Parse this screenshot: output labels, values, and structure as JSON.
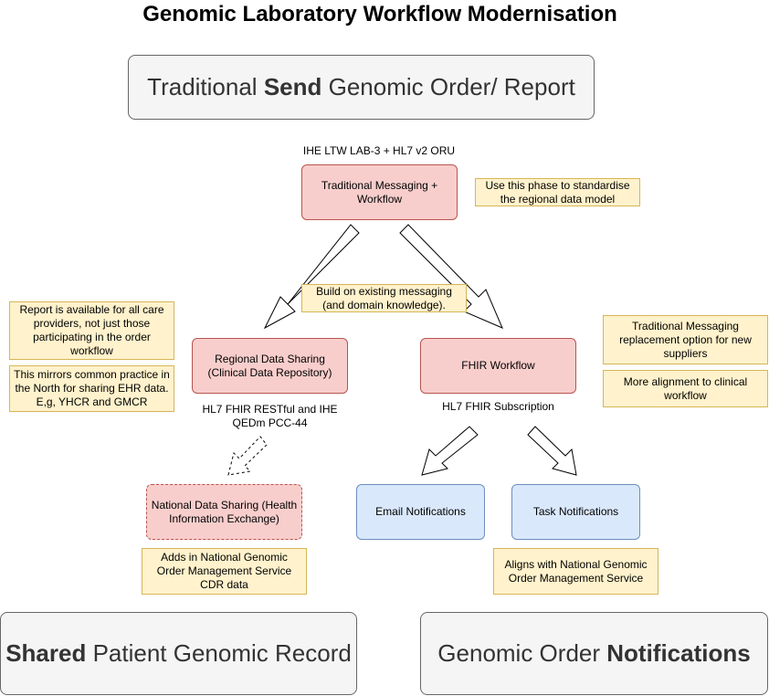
{
  "title": "Genomic Laboratory Workflow Modernisation",
  "banners": {
    "send": {
      "pre": "Traditional ",
      "bold": "Send",
      "post": " Genomic Order/ Report"
    },
    "shared": {
      "bold": "Shared",
      "post": " Patient Genomic Record"
    },
    "notifications": {
      "pre": "Genomic Order ",
      "bold": "Notifications"
    }
  },
  "nodes": {
    "traditional_messaging": "Traditional Messaging + Workflow",
    "regional_sharing": "Regional Data Sharing (Clinical Data Repository)",
    "fhir_workflow": "FHIR Workflow",
    "national_sharing": "National Data Sharing (Health Information Exchange)",
    "email_notifications": "Email Notifications",
    "task_notifications": "Task Notifications"
  },
  "labels": {
    "ihe_lab3": "IHE LTW LAB-3 + HL7 v2 ORU",
    "fhir_restful": "HL7 FHIR RESTful and IHE QEDm PCC-44",
    "fhir_subscription": "HL7 FHIR Subscription"
  },
  "notes": {
    "standardise": "Use this phase to standardise the regional data model",
    "build_on": "Build on existing messaging (and domain knowledge).",
    "report_available": "Report is available for all care providers, not just those participating in the order workflow",
    "mirrors": "This mirrors common practice in the North for sharing EHR data. E,g, YHCR and GMCR",
    "replacement": "Traditional Messaging replacement option for new suppliers",
    "alignment": "More alignment to clinical workflow",
    "national_cdr": "Adds in National Genomic Order Management Service CDR data",
    "aligns_national": "Aligns with National Genomic Order Management Service"
  },
  "colors": {
    "pink_fill": "#f8cecc",
    "pink_stroke": "#b85450",
    "blue_fill": "#dae8fc",
    "blue_stroke": "#6c8ebf",
    "note_fill": "#fff2cc",
    "note_stroke": "#d6b656",
    "banner_fill": "#f5f5f5",
    "banner_stroke": "#666666"
  }
}
